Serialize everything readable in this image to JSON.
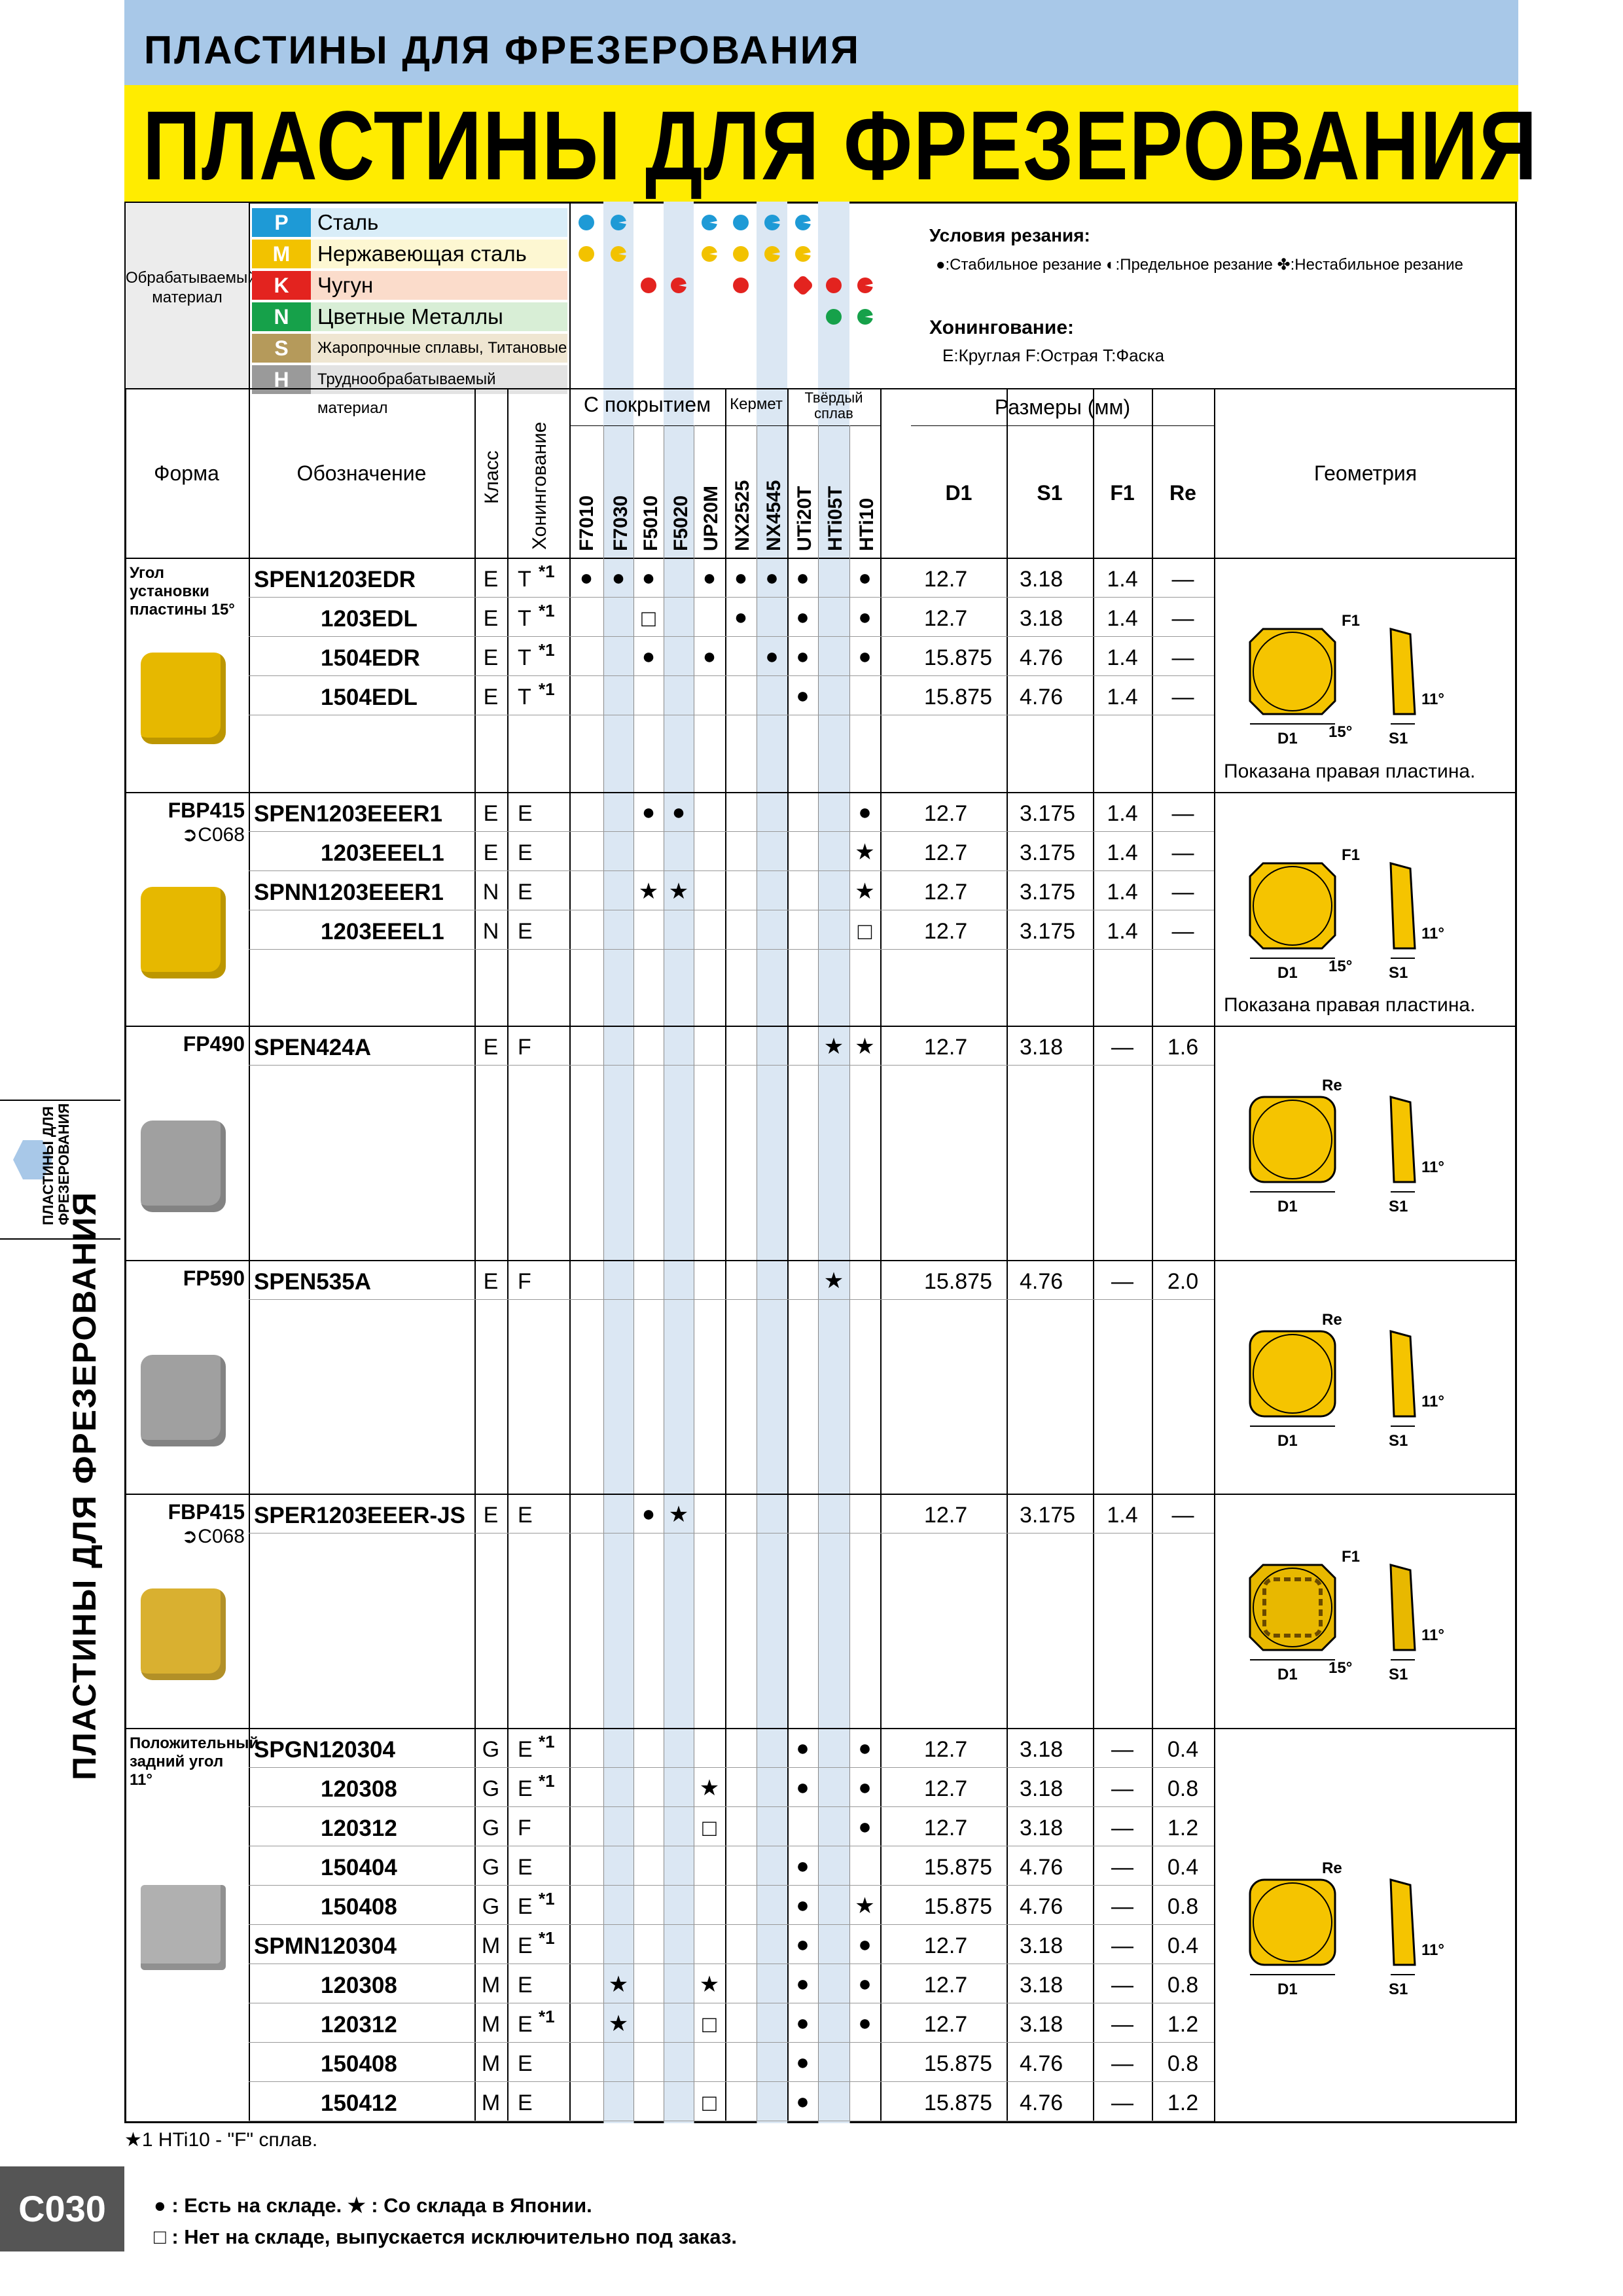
{
  "header": {
    "small_title": "ПЛАСТИНЫ ДЛЯ ФРЕЗЕРОВАНИЯ",
    "big_title": "ПЛАСТИНЫ ДЛЯ ФРЕЗЕРОВАНИЯ"
  },
  "materials": {
    "label": "Обрабатываемый материал",
    "items": [
      {
        "code": "P",
        "name": "Сталь",
        "color": "#1e9ad6",
        "bg": "#d9edf8"
      },
      {
        "code": "M",
        "name": "Нержавеющая сталь",
        "color": "#f2c200",
        "bg": "#fdf7d2"
      },
      {
        "code": "K",
        "name": "Чугун",
        "color": "#e3231f",
        "bg": "#fbdccb"
      },
      {
        "code": "N",
        "name": "Цветные Металлы",
        "color": "#16a14a",
        "bg": "#d8eed6"
      },
      {
        "code": "S",
        "name": "Жаропрочные сплавы, Титановые сплавы",
        "color": "#b59a5b",
        "bg": "#efe6d2"
      },
      {
        "code": "H",
        "name": "Труднообрабатываемый материал",
        "color": "#9a9a9a",
        "bg": "#e3e3e3"
      }
    ]
  },
  "conditions": {
    "title": "Условия резания:",
    "stable": "Стабильное резание",
    "limit": "Предельное резание",
    "unstable": "Нестабильное резание",
    "honing_title": "Хонингование:",
    "honing_e": "E",
    "honing_e_label": "Круглая",
    "honing_f": "F",
    "honing_f_label": "Острая",
    "honing_t": "T",
    "honing_t_label": "Фаска"
  },
  "columns": {
    "shape": "Форма",
    "designation": "Обозначение",
    "class": "Класс",
    "honing": "Хонингование",
    "coated": "С покрытием",
    "cermet": "Кермет",
    "carbide": "Твёрдый сплав",
    "dims": "Размеры (мм)",
    "geometry": "Геометрия",
    "grades": [
      "F7010",
      "F7030",
      "F5010",
      "F5020",
      "UP20M",
      "NX2525",
      "NX4545",
      "UTi20T",
      "HTi05T",
      "HTi10"
    ],
    "dim_labels": [
      "D1",
      "S1",
      "F1",
      "Re"
    ]
  },
  "groups": [
    {
      "shape": "Угол установки пластины 15°",
      "shape_sub": "",
      "insert_color": "#e6b800",
      "geometry_note": "Показана правая пластина.",
      "geometry_type": "chamfer",
      "rows": [
        {
          "code": "SPEN1203EDR",
          "indent": false,
          "cls": "E",
          "hon": "T",
          "note": "*1",
          "marks": [
            "●",
            "●",
            "●",
            "",
            "●",
            "●",
            "●",
            "●",
            "",
            "●"
          ],
          "d1": "12.7",
          "s1": "3.18",
          "f1": "1.4",
          "re": "—"
        },
        {
          "code": "1203EDL",
          "indent": true,
          "cls": "E",
          "hon": "T",
          "note": "*1",
          "marks": [
            "",
            "",
            "□",
            "",
            "",
            "●",
            "",
            "●",
            "",
            "●"
          ],
          "d1": "12.7",
          "s1": "3.18",
          "f1": "1.4",
          "re": "—"
        },
        {
          "code": "1504EDR",
          "indent": true,
          "cls": "E",
          "hon": "T",
          "note": "*1",
          "marks": [
            "",
            "",
            "●",
            "",
            "●",
            "",
            "●",
            "●",
            "",
            "●"
          ],
          "d1": "15.875",
          "s1": "4.76",
          "f1": "1.4",
          "re": "—"
        },
        {
          "code": "1504EDL",
          "indent": true,
          "cls": "E",
          "hon": "T",
          "note": "*1",
          "marks": [
            "",
            "",
            "",
            "",
            "",
            "",
            "",
            "●",
            "",
            ""
          ],
          "d1": "15.875",
          "s1": "4.76",
          "f1": "1.4",
          "re": "—"
        }
      ]
    },
    {
      "shape": "FBP415",
      "shape_sub": "C068",
      "insert_color": "#e6b800",
      "geometry_note": "Показана правая пластина.",
      "geometry_type": "chamfer",
      "rows": [
        {
          "code": "SPEN1203EEER1",
          "indent": false,
          "cls": "E",
          "hon": "E",
          "note": "",
          "marks": [
            "",
            "",
            "●",
            "●",
            "",
            "",
            "",
            "",
            "",
            "●"
          ],
          "d1": "12.7",
          "s1": "3.175",
          "f1": "1.4",
          "re": "—"
        },
        {
          "code": "1203EEEL1",
          "indent": true,
          "cls": "E",
          "hon": "E",
          "note": "",
          "marks": [
            "",
            "",
            "",
            "",
            "",
            "",
            "",
            "",
            "",
            "★"
          ],
          "d1": "12.7",
          "s1": "3.175",
          "f1": "1.4",
          "re": "—"
        },
        {
          "code": "SPNN1203EEER1",
          "indent": false,
          "cls": "N",
          "hon": "E",
          "note": "",
          "marks": [
            "",
            "",
            "★",
            "★",
            "",
            "",
            "",
            "",
            "",
            "★"
          ],
          "d1": "12.7",
          "s1": "3.175",
          "f1": "1.4",
          "re": "—"
        },
        {
          "code": "1203EEEL1",
          "indent": true,
          "cls": "N",
          "hon": "E",
          "note": "",
          "marks": [
            "",
            "",
            "",
            "",
            "",
            "",
            "",
            "",
            "",
            "□"
          ],
          "d1": "12.7",
          "s1": "3.175",
          "f1": "1.4",
          "re": "—"
        }
      ]
    },
    {
      "shape": "FP490",
      "shape_sub": "",
      "insert_color": "#a0a0a0",
      "geometry_note": "",
      "geometry_type": "radius",
      "rows": [
        {
          "code": "SPEN424A",
          "indent": false,
          "cls": "E",
          "hon": "F",
          "note": "",
          "marks": [
            "",
            "",
            "",
            "",
            "",
            "",
            "",
            "",
            "★",
            "★"
          ],
          "d1": "12.7",
          "s1": "3.18",
          "f1": "—",
          "re": "1.6"
        }
      ]
    },
    {
      "shape": "FP590",
      "shape_sub": "",
      "insert_color": "#a0a0a0",
      "geometry_note": "",
      "geometry_type": "radius",
      "rows": [
        {
          "code": "SPEN535A",
          "indent": false,
          "cls": "E",
          "hon": "F",
          "note": "",
          "marks": [
            "",
            "",
            "",
            "",
            "",
            "",
            "",
            "",
            "★",
            ""
          ],
          "d1": "15.875",
          "s1": "4.76",
          "f1": "—",
          "re": "2.0"
        }
      ]
    },
    {
      "shape": "FBP415",
      "shape_sub": "C068",
      "insert_color": "#d9b030",
      "geometry_note": "",
      "geometry_type": "chipbreaker",
      "rows": [
        {
          "code": "SPER1203EEER-JS",
          "indent": false,
          "cls": "E",
          "hon": "E",
          "note": "",
          "marks": [
            "",
            "",
            "●",
            "★",
            "",
            "",
            "",
            "",
            "",
            ""
          ],
          "d1": "12.7",
          "s1": "3.175",
          "f1": "1.4",
          "re": "—"
        }
      ]
    },
    {
      "shape": "Положительный задний угол 11°",
      "shape_sub": "",
      "insert_color": "#b0b0b0",
      "geometry_note": "",
      "geometry_type": "radius",
      "rows": [
        {
          "code": "SPGN120304",
          "indent": false,
          "cls": "G",
          "hon": "E",
          "note": "*1",
          "marks": [
            "",
            "",
            "",
            "",
            "",
            "",
            "",
            "●",
            "",
            "●"
          ],
          "d1": "12.7",
          "s1": "3.18",
          "f1": "—",
          "re": "0.4"
        },
        {
          "code": "120308",
          "indent": true,
          "cls": "G",
          "hon": "E",
          "note": "*1",
          "marks": [
            "",
            "",
            "",
            "",
            "★",
            "",
            "",
            "●",
            "",
            "●"
          ],
          "d1": "12.7",
          "s1": "3.18",
          "f1": "—",
          "re": "0.8"
        },
        {
          "code": "120312",
          "indent": true,
          "cls": "G",
          "hon": "F",
          "note": "",
          "marks": [
            "",
            "",
            "",
            "",
            "□",
            "",
            "",
            "",
            "",
            "●"
          ],
          "d1": "12.7",
          "s1": "3.18",
          "f1": "—",
          "re": "1.2"
        },
        {
          "code": "150404",
          "indent": true,
          "cls": "G",
          "hon": "E",
          "note": "",
          "marks": [
            "",
            "",
            "",
            "",
            "",
            "",
            "",
            "●",
            "",
            ""
          ],
          "d1": "15.875",
          "s1": "4.76",
          "f1": "—",
          "re": "0.4"
        },
        {
          "code": "150408",
          "indent": true,
          "cls": "G",
          "hon": "E",
          "note": "*1",
          "marks": [
            "",
            "",
            "",
            "",
            "",
            "",
            "",
            "●",
            "",
            "★"
          ],
          "d1": "15.875",
          "s1": "4.76",
          "f1": "—",
          "re": "0.8"
        },
        {
          "code": "SPMN120304",
          "indent": false,
          "cls": "M",
          "hon": "E",
          "note": "*1",
          "marks": [
            "",
            "",
            "",
            "",
            "",
            "",
            "",
            "●",
            "",
            "●"
          ],
          "d1": "12.7",
          "s1": "3.18",
          "f1": "—",
          "re": "0.4"
        },
        {
          "code": "120308",
          "indent": true,
          "cls": "M",
          "hon": "E",
          "note": "",
          "marks": [
            "",
            "★",
            "",
            "",
            "★",
            "",
            "",
            "●",
            "",
            "●"
          ],
          "d1": "12.7",
          "s1": "3.18",
          "f1": "—",
          "re": "0.8"
        },
        {
          "code": "120312",
          "indent": true,
          "cls": "M",
          "hon": "E",
          "note": "*1",
          "marks": [
            "",
            "★",
            "",
            "",
            "□",
            "",
            "",
            "●",
            "",
            "●"
          ],
          "d1": "12.7",
          "s1": "3.18",
          "f1": "—",
          "re": "1.2"
        },
        {
          "code": "150408",
          "indent": true,
          "cls": "M",
          "hon": "E",
          "note": "",
          "marks": [
            "",
            "",
            "",
            "",
            "",
            "",
            "",
            "●",
            "",
            ""
          ],
          "d1": "15.875",
          "s1": "4.76",
          "f1": "—",
          "re": "0.8"
        },
        {
          "code": "150412",
          "indent": true,
          "cls": "M",
          "hon": "E",
          "note": "",
          "marks": [
            "",
            "",
            "",
            "",
            "□",
            "",
            "",
            "●",
            "",
            ""
          ],
          "d1": "15.875",
          "s1": "4.76",
          "f1": "—",
          "re": "1.2"
        }
      ]
    }
  ],
  "geometry_labels": {
    "d1": "D1",
    "s1": "S1",
    "f1": "F1",
    "re": "Re",
    "angle15": "15°",
    "angle11": "11°"
  },
  "footnote": "★1 HTi10 - \"F\" сплав.",
  "legend": {
    "in_stock": "● : Есть на складе.  ★ : Со склада в Японии.",
    "not_in_stock": "□ : Нет на складе, выпускается исключительно под заказ."
  },
  "side_tab": {
    "small": "ПЛАСТИНЫ ДЛЯ ФРЕЗЕРОВАНИЯ",
    "big": "ПЛАСТИНЫ ДЛЯ ФРЕЗЕРОВАНИЯ"
  },
  "page_number": "C030"
}
